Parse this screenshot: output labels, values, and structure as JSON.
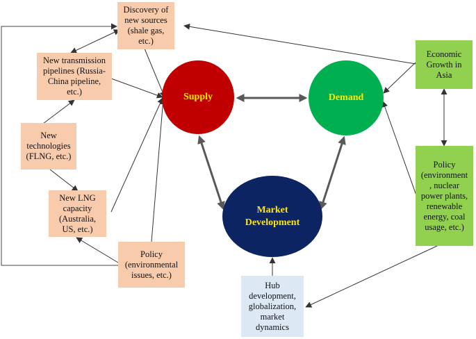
{
  "nodes": {
    "supply": "Supply",
    "demand": "Demand",
    "market": "Market\nDevelopment",
    "discovery": "Discovery of\nnew sources\n(shale gas,\netc.)",
    "pipelines": "New transmission\npipelines (Russia-\nChina pipeline,\netc.)",
    "technologies": "New\ntechnologies\n(FLNG, etc.)",
    "lng": "New LNG\ncapacity\n(Australia,\nUS, etc.)",
    "policy_left": "Policy\n(environmental\nissues, etc.)",
    "economic": "Economic\nGrowth in\nAsia",
    "policy_right": "Policy\n(environment\n, nuclear\npower plants,\nrenewable\nenergy, coal\nusage, etc.)",
    "hub": "Hub\ndevelopment,\nglobalization,\nmarket\ndynamics"
  },
  "colors": {
    "supply_fill": "#c00000",
    "demand_fill": "#00b050",
    "market_fill": "#0c2461",
    "circle_text": "#ffe600",
    "left_box_fill": "#f8cbad",
    "right_box_fill": "#92d050",
    "hub_box_fill": "#dde8f5",
    "thin_arrow": "#333333",
    "thick_arrow": "#595959"
  }
}
